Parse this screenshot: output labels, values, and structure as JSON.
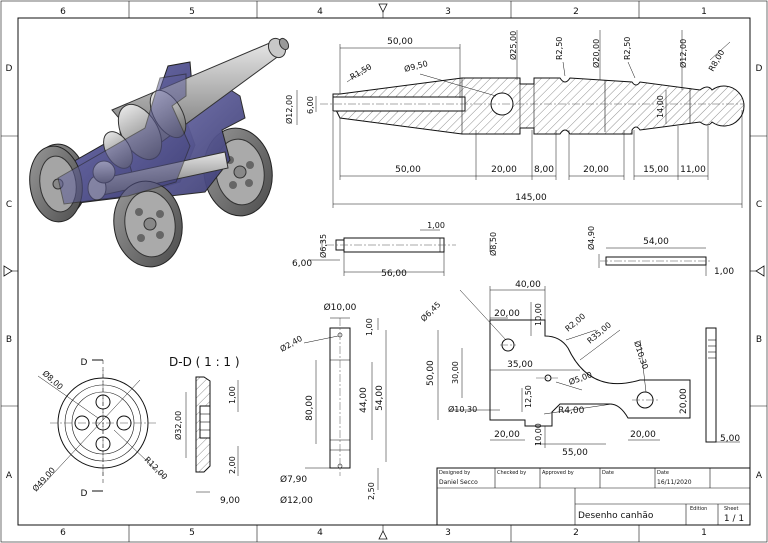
{
  "zones": {
    "cols": [
      "6",
      "5",
      "4",
      "3",
      "2",
      "1"
    ],
    "rows": [
      "D",
      "C",
      "B",
      "A"
    ]
  },
  "title_block": {
    "designed_by_label": "Designed by",
    "checked_by_label": "Checked by",
    "approved_by_label": "Approved by",
    "date_label": "Date",
    "date2_label": "Date",
    "designer": "Daniel Secco",
    "date": "16/11/2020",
    "title": "Desenho canhão",
    "edition_label": "Edition",
    "sheet_label": "Sheet",
    "sheet": "1 / 1"
  },
  "barrel": {
    "d_50": "50,00",
    "d_r150": "R1,50",
    "d_dia950": "Ø9,50",
    "d_dia2500": "Ø25,00",
    "d_r250a": "R2,50",
    "d_dia2000": "Ø20,00",
    "d_r250b": "R2,50",
    "d_dia1200r": "Ø12,00",
    "d_r800": "R8,00",
    "d_dia1200l": "Ø12,00",
    "d_600": "6,00",
    "d_1400": "14,00",
    "b_50": "50,00",
    "b_20a": "20,00",
    "b_8": "8,00",
    "b_20b": "20,00",
    "b_15": "15,00",
    "b_11": "11,00",
    "total": "145,00"
  },
  "axle": {
    "d_dia635": "Ø6,35",
    "d_100": "1,00",
    "d_dia850": "Ø8,50",
    "d_600": "6,00",
    "d_5600": "56,00"
  },
  "pin": {
    "d_dia490": "Ø4,90",
    "d_5400": "54,00",
    "d_100": "1,00"
  },
  "wheel": {
    "section_letter_top": "D",
    "section_letter_bottom": "D",
    "d_dia800": "Ø8,00",
    "d_dia4900": "Ø49,00",
    "d_r1200": "R12,00"
  },
  "section": {
    "title": "D-D ( 1 : 1 )",
    "d_dia3200": "Ø32,00",
    "d_100": "1,00",
    "d_200": "2,00",
    "d_900": "9,00"
  },
  "shaft": {
    "d_dia1000": "Ø10,00",
    "d_100": "1,00",
    "d_dia240": "Ø2,40",
    "d_8000": "80,00",
    "d_4400": "44,00",
    "d_5400": "54,00",
    "d_dia790": "Ø7,90",
    "d_dia1200": "Ø12,00",
    "d_250": "2,50"
  },
  "side_plate": {
    "d_4000": "40,00",
    "d_dia645": "Ø6,45",
    "d_2000a": "20,00",
    "d_1000a": "10,00",
    "d_r200": "R2,00",
    "d_r3500": "R35,00",
    "d_dia1030r": "Ø10,30",
    "d_5000": "50,00",
    "d_3000": "30,00",
    "d_3500": "35,00",
    "d_1250": "12,50",
    "d_dia500": "Ø5,00",
    "d_dia1030l": "Ø10,30",
    "d_r400": "R4,00",
    "d_2000b": "20,00",
    "d_2000c": "20,00",
    "d_1000b": "10,00",
    "d_5500": "55,00",
    "d_2000d": "20,00",
    "d_500": "5,00"
  }
}
